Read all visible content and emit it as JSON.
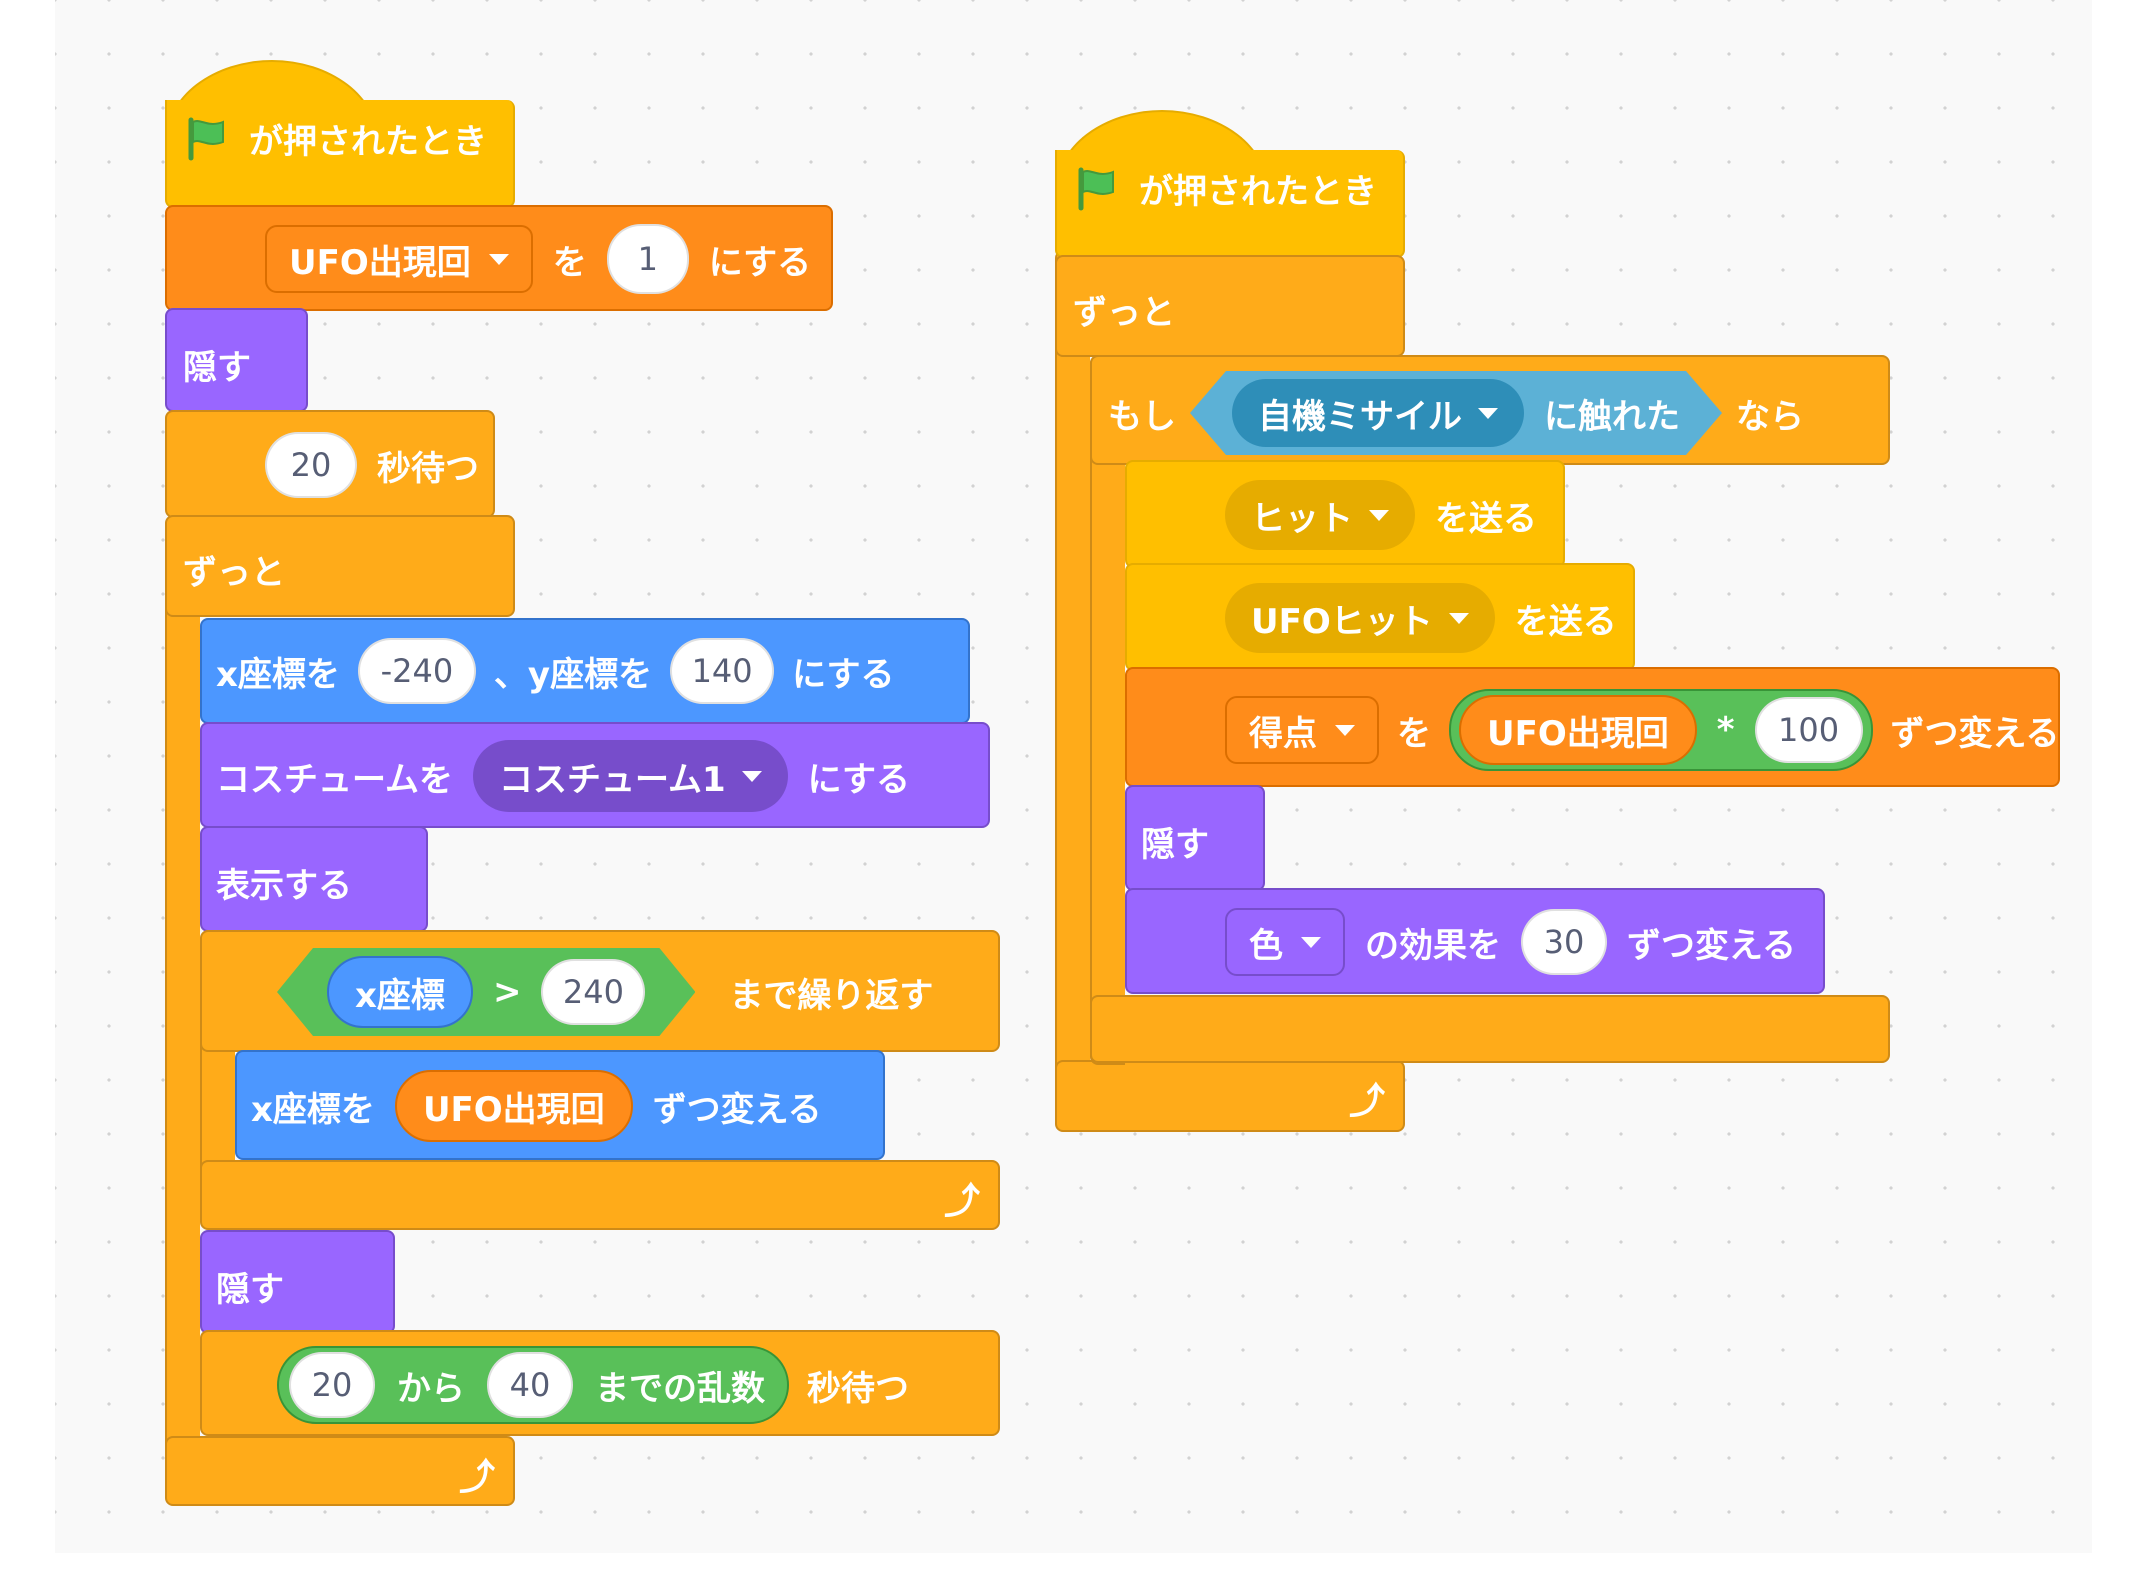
{
  "colors": {
    "events": "#FFBF00",
    "control": "#FFAB19",
    "variables": "#FF8C1A",
    "looks": "#9966FF",
    "motion": "#4C97FF",
    "operators": "#59C059",
    "sensing": "#5CB1D6"
  },
  "script1": {
    "hat_label": "が押されたとき",
    "set_var": {
      "variable": "UFO出現回",
      "word_o": "を",
      "value": "1",
      "suffix": "にする"
    },
    "hide1": "隠す",
    "wait1": {
      "value": "20",
      "label": "秒待つ"
    },
    "forever_label": "ずっと",
    "goto": {
      "prefix_x": "x座標を",
      "x": "-240",
      "prefix_y": "、y座標を",
      "y": "140",
      "suffix": "にする"
    },
    "costume": {
      "prefix": "コスチュームを",
      "costume": "コスチューム1",
      "suffix": "にする"
    },
    "show": "表示する",
    "repeat_until": {
      "reporter": "x座標",
      "operator": ">",
      "value": "240",
      "label": "まで繰り返す"
    },
    "change_x": {
      "prefix": "x座標を",
      "reporter": "UFO出現回",
      "suffix": "ずつ変える"
    },
    "hide2": "隠す",
    "wait_random": {
      "from": "20",
      "from_label": "から",
      "to": "40",
      "to_label": "までの乱数",
      "suffix": "秒待つ"
    }
  },
  "script2": {
    "hat_label": "が押されたとき",
    "forever_label": "ずっと",
    "if": {
      "prefix": "もし",
      "sprite": "自機ミサイル",
      "touch_label": "に触れた",
      "suffix": "なら"
    },
    "broadcast1": {
      "message": "ヒット",
      "label": "を送る"
    },
    "broadcast2": {
      "message": "UFOヒット",
      "label": "を送る"
    },
    "change_var": {
      "variable": "得点",
      "word_o": "を",
      "reporter": "UFO出現回",
      "operator": "*",
      "value": "100",
      "suffix": "ずつ変える"
    },
    "hide": "隠す",
    "effect": {
      "effect": "色",
      "label": "の効果を",
      "value": "30",
      "suffix": "ずつ変える"
    }
  }
}
